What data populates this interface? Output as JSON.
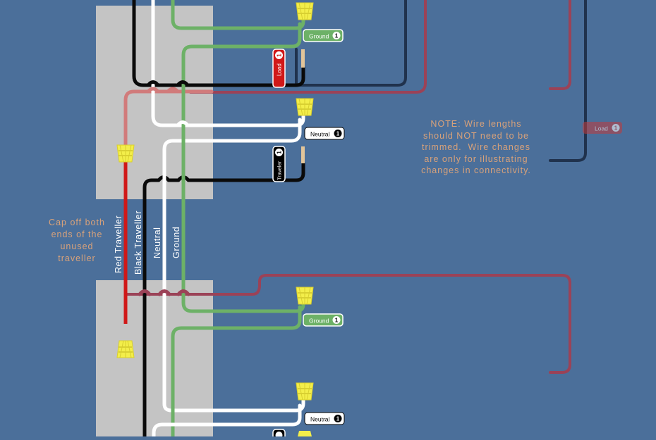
{
  "colors": {
    "background": "#4b6f9a",
    "box": "#c4c4c4",
    "black_wire": "#0a0a0a",
    "white_wire": "#ffffff",
    "ground_wire": "#6db167",
    "red_wire": "#d01818",
    "faded_red_wire": "#d17b7b",
    "load_wire": "#9b4257",
    "navy_wire": "#20324d",
    "wire_nut": "#f3ee4a",
    "note_text": "#d9a27a"
  },
  "wire_labels": {
    "red_traveller": "Red Traveller",
    "black_traveller": "Black Traveller",
    "neutral": "Neutral",
    "ground": "Ground"
  },
  "tags": {
    "ground_top": {
      "text": "Ground",
      "num": "1"
    },
    "neutral_top": {
      "text": "Neutral",
      "num": "1"
    },
    "load_top": {
      "text": "Load",
      "num": "1"
    },
    "traveler_top": {
      "text": "Traveler",
      "num": "1"
    },
    "load_faded": {
      "text": "Load",
      "num": "1"
    },
    "ground_bottom": {
      "text": "Ground",
      "num": "1"
    },
    "neutral_bottom": {
      "text": "Neutral",
      "num": "1"
    }
  },
  "notes": {
    "wire_lengths": "NOTE: Wire lengths\nshould NOT need to be\ntrimmed.  Wire changes\nare only for illustrating\nchanges in connectivity.",
    "cap_off": "Cap off both\nends of the\nunused\ntraveller"
  }
}
